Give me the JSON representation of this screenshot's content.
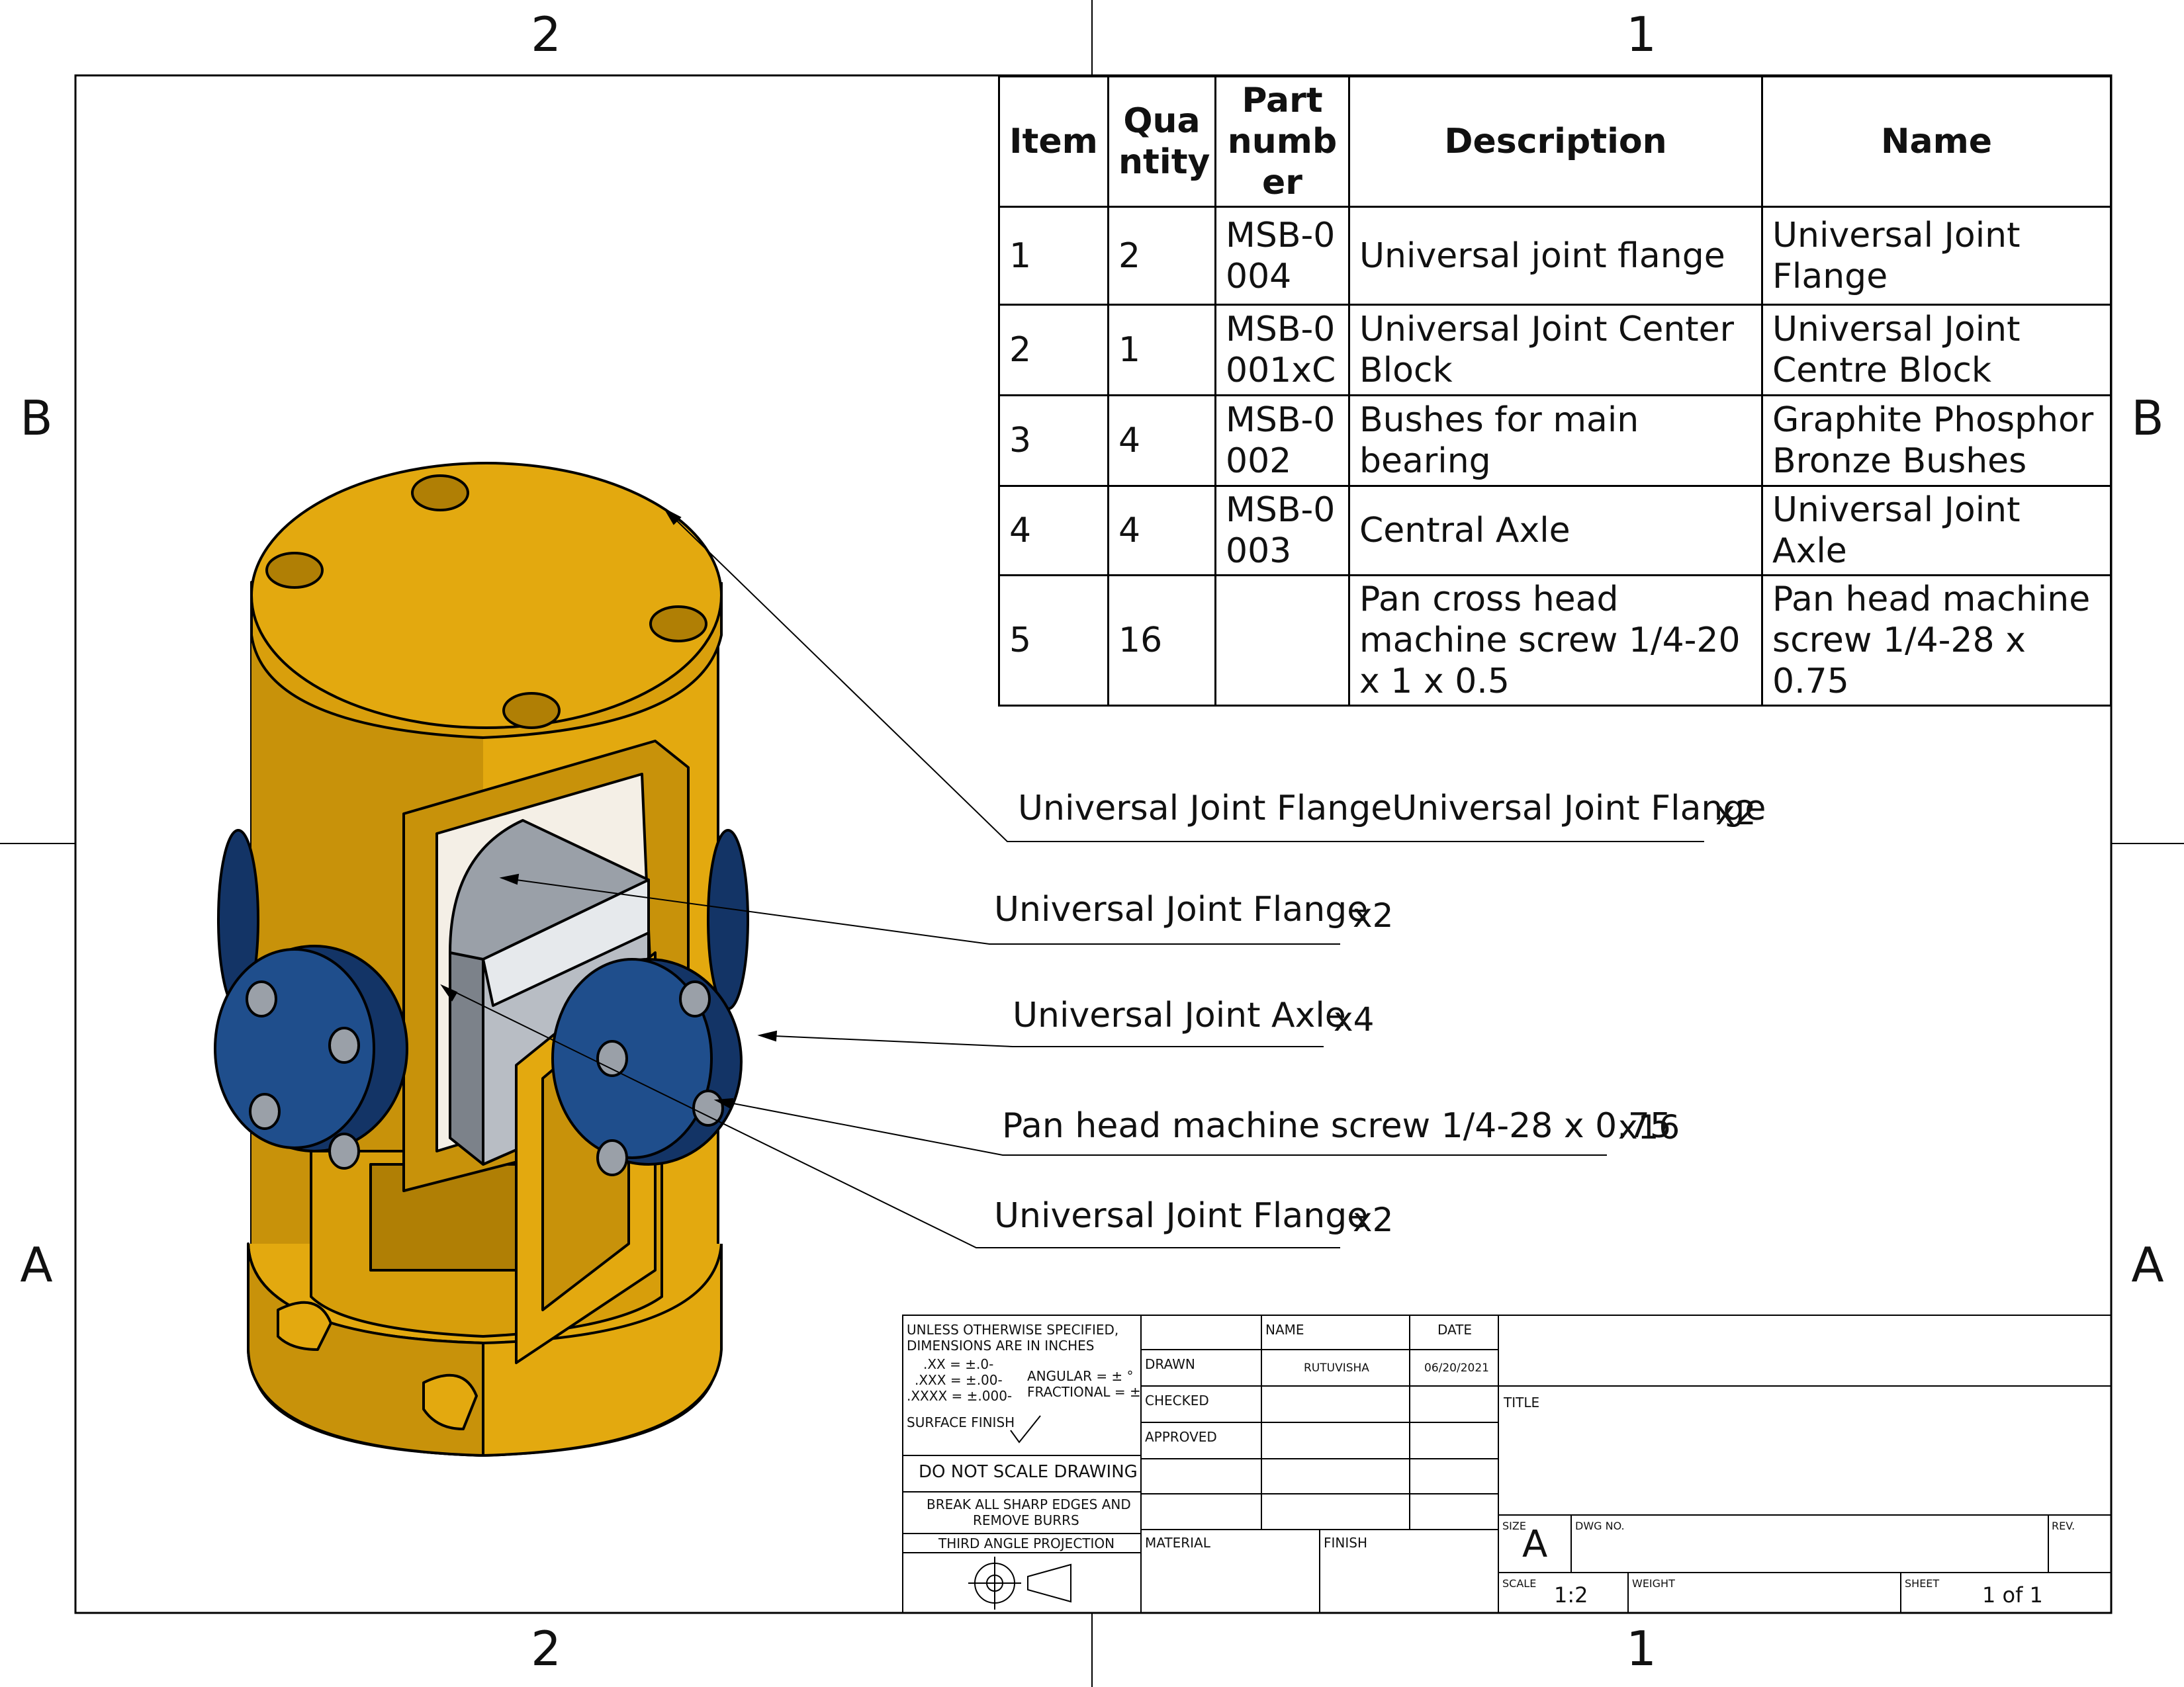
{
  "zones": {
    "top": [
      "2",
      "1"
    ],
    "bottom": [
      "2",
      "1"
    ],
    "left": [
      "B",
      "A"
    ],
    "right": [
      "B",
      "A"
    ]
  },
  "bom": {
    "headers": [
      "Item",
      "Qua ntity",
      "Part numb er",
      "Description",
      "Name"
    ],
    "rows": [
      {
        "item": "1",
        "qty": "2",
        "part": "MSB-0 004",
        "desc": "Universal joint flange",
        "name": "Universal Joint Flange"
      },
      {
        "item": "2",
        "qty": "1",
        "part": "MSB-0 001xC",
        "desc": "Universal Joint Center Block",
        "name": "Universal Joint Centre Block"
      },
      {
        "item": "3",
        "qty": "4",
        "part": "MSB-0 002",
        "desc": "Bushes for main bearing",
        "name": "Graphite Phosphor Bronze Bushes"
      },
      {
        "item": "4",
        "qty": "4",
        "part": "MSB-0 003",
        "desc": "Central Axle",
        "name": "Universal Joint Axle"
      },
      {
        "item": "5",
        "qty": "16",
        "part": "",
        "desc": "Pan cross head machine screw 1/4-20 x 1 x 0.5",
        "name": "Pan head machine screw 1/4-28 x 0.75"
      }
    ]
  },
  "callouts": [
    {
      "label": "Universal Joint FlangeUniversal Joint Flange",
      "qty": "x2"
    },
    {
      "label": "Universal Joint Flange",
      "qty": "x2"
    },
    {
      "label": "Universal Joint Axle",
      "qty": "x4"
    },
    {
      "label": "Pan head machine screw 1/4-28 x 0.75",
      "qty": "x16"
    },
    {
      "label": "Universal Joint Flange",
      "qty": "x2"
    }
  ],
  "title_block": {
    "notes": {
      "line1": "UNLESS OTHERWISE SPECIFIED,",
      "line2": "DIMENSIONS ARE IN INCHES",
      "xx": ".XX = ±.0-",
      "xxx": ".XXX = ±.00-",
      "xxxx": ".XXXX = ±.000-",
      "angular": "ANGULAR = ± °",
      "fractional": "FRACTIONAL = ±",
      "surface_finish": "SURFACE FINISH",
      "do_not_scale": "DO NOT SCALE DRAWING",
      "break_edges_1": "BREAK ALL SHARP EDGES AND",
      "break_edges_2": "REMOVE BURRS",
      "projection": "THIRD ANGLE PROJECTION"
    },
    "name_header": "NAME",
    "date_header": "DATE",
    "drawn_label": "DRAWN",
    "drawn_name": "RUTUVISHA",
    "drawn_date": "06/20/2021",
    "checked_label": "CHECKED",
    "approved_label": "APPROVED",
    "material_label": "MATERIAL",
    "finish_label": "FINISH",
    "title_label": "TITLE",
    "size_label": "SIZE",
    "size_value": "A",
    "dwg_no_label": "DWG NO.",
    "rev_label": "REV.",
    "scale_label": "SCALE",
    "scale_value": "1:2",
    "weight_label": "WEIGHT",
    "sheet_label": "SHEET",
    "sheet_value": "1 of 1"
  },
  "colors": {
    "flange": "#e3a90f",
    "flange_dark": "#b07f05",
    "block": "#9aa0a8",
    "cap": "#1f4e8c",
    "cap_dark": "#133466"
  }
}
